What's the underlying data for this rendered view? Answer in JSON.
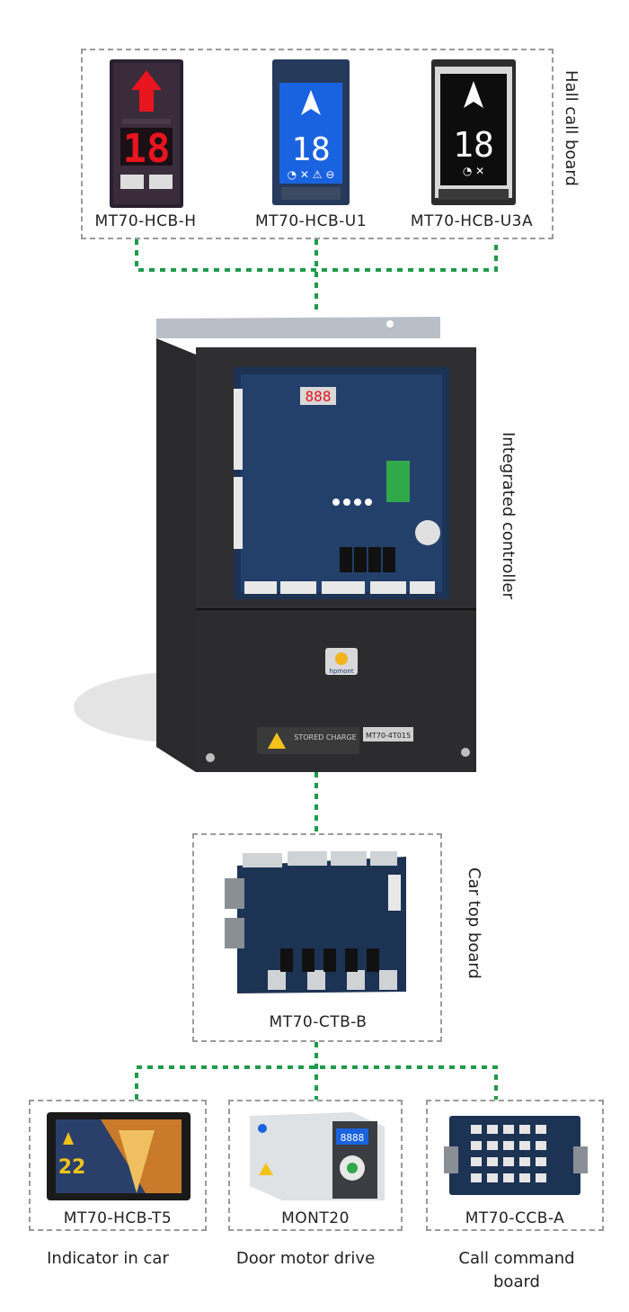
{
  "hall_call": {
    "section_label": "Hall call board",
    "boards": [
      {
        "name": "MT70-HCB-H",
        "display_number": "18"
      },
      {
        "name": "MT70-HCB-U1",
        "display_number": "18"
      },
      {
        "name": "MT70-HCB-U3A",
        "display_number": "18"
      }
    ]
  },
  "controller": {
    "section_label": "Integrated controller",
    "brand": "hpmont",
    "model_plate": "MT70-4T015",
    "warning_title": "STORED CHARGE",
    "segment_display": "888"
  },
  "car_top": {
    "section_label": "Car top board",
    "board_name": "MT70-CTB-B"
  },
  "devices": [
    {
      "name": "MT70-HCB-T5",
      "caption": "Indicator in car",
      "screen_number": "22"
    },
    {
      "name": "MONT20",
      "caption": "Door motor drive",
      "screen_text": "8888"
    },
    {
      "name": "MT70-CCB-A",
      "caption": "Call command board"
    }
  ],
  "colors": {
    "connector": "#1f9a4a",
    "dashed_border": "#9a9a9a",
    "led_red": "#e8141e",
    "lcd_blue": "#1a63e0"
  }
}
